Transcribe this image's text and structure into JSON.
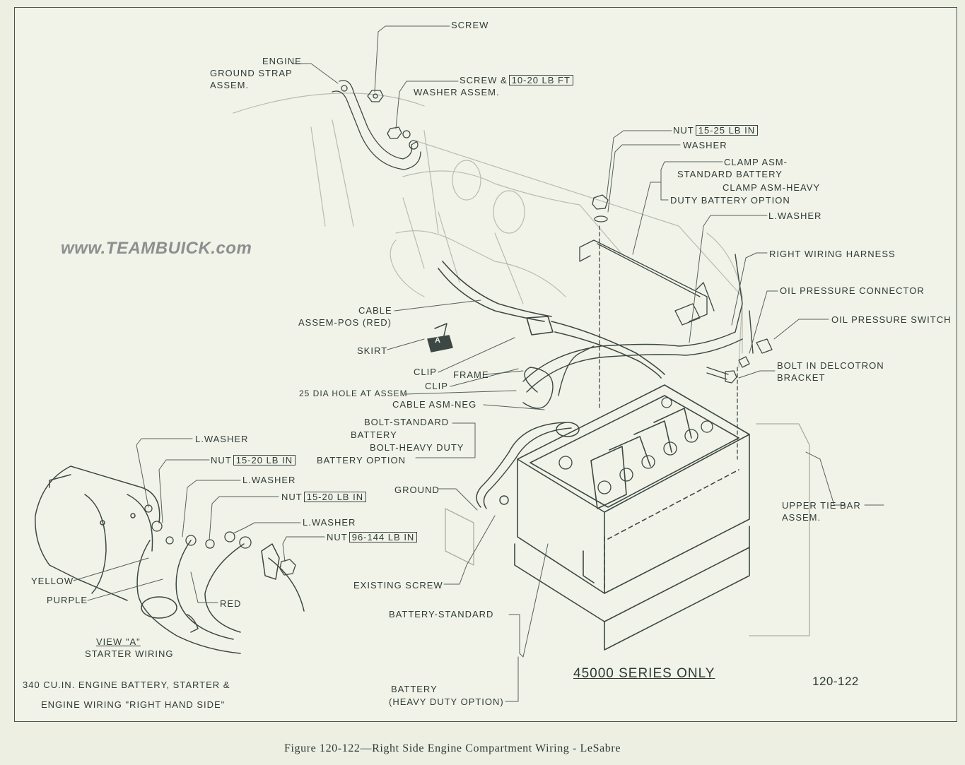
{
  "watermark": "www.TEAMBUICK.com",
  "labels": {
    "screw": "SCREW",
    "engine_ground_1": "ENGINE",
    "engine_ground_2": "GROUND STRAP",
    "engine_ground_3": "ASSEM.",
    "screw_washer_1": "SCREW &",
    "screw_washer_torque": "10-20 LB FT",
    "screw_washer_2": "WASHER ASSEM.",
    "nut_top": "NUT",
    "nut_top_torque": "15-25 LB IN",
    "washer": "WASHER",
    "clamp_std_1": "CLAMP ASM-",
    "clamp_std_2": "STANDARD BATTERY",
    "clamp_hd_1": "CLAMP ASM-HEAVY",
    "clamp_hd_2": "DUTY BATTERY OPTION",
    "l_washer_top": "L.WASHER",
    "right_harness": "RIGHT WIRING HARNESS",
    "oil_connector": "OIL PRESSURE CONNECTOR",
    "oil_switch": "OIL PRESSURE SWITCH",
    "bolt_delco_1": "BOLT IN DELCOTRON",
    "bolt_delco_2": "BRACKET",
    "cable_pos_1": "CABLE",
    "cable_pos_2": "ASSEM-POS (RED)",
    "skirt": "SKIRT",
    "view_a_tag": "A",
    "clip_1": "CLIP",
    "frame": "FRAME",
    "clip_2": "CLIP",
    "dia_hole": "25 DIA HOLE AT ASSEM",
    "cable_neg": "CABLE ASM-NEG",
    "bolt_std_1": "BOLT-STANDARD",
    "bolt_std_2": "BATTERY",
    "bolt_hd_1": "BOLT-HEAVY DUTY",
    "bolt_hd_2": "BATTERY OPTION",
    "ground": "GROUND",
    "existing_screw": "EXISTING SCREW",
    "battery_std": "BATTERY-STANDARD",
    "battery_hd_1": "BATTERY",
    "battery_hd_2": "(HEAVY DUTY OPTION)",
    "upper_tie_1": "UPPER TIE BAR",
    "upper_tie_2": "ASSEM.",
    "l_washer_1": "L.WASHER",
    "nut_1": "NUT",
    "nut_1_torque": "15-20 LB IN",
    "l_washer_2": "L.WASHER",
    "nut_2": "NUT",
    "nut_2_torque": "15-20 LB IN",
    "l_washer_3": "L.WASHER",
    "nut_3": "NUT",
    "nut_3_torque": "96-144 LB IN",
    "yellow": "YELLOW",
    "purple": "PURPLE",
    "red": "RED",
    "view_a_1": "VIEW \"A\"",
    "view_a_2": "STARTER WIRING",
    "engine_note_1": "340 CU.IN. ENGINE BATTERY, STARTER &",
    "engine_note_2": "ENGINE WIRING \"RIGHT HAND SIDE\"",
    "series_only": "45000 SERIES ONLY",
    "figure_number": "120-122"
  },
  "caption": "Figure 120-122—Right Side Engine Compartment Wiring - LeSabre"
}
